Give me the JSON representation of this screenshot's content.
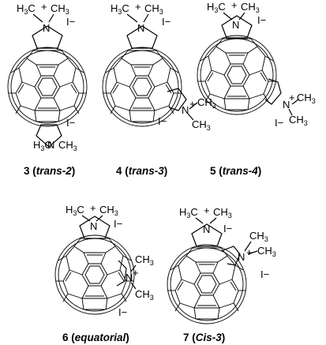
{
  "figure": {
    "compounds": [
      {
        "id": "3",
        "name": "trans-2",
        "pyrrolidinium_top": {
          "label_h3c": "H",
          "label_3c": "3",
          "label_c": "C",
          "plus": "+",
          "ch3": "CH",
          "ch3_sub": "3",
          "n": "N",
          "iodide": "I−"
        },
        "second_group": {
          "position": "bottom",
          "h3c": "H",
          "h3c_sub": "3",
          "c": "C",
          "n": "N",
          "ch3": "CH",
          "ch3_sub": "3",
          "iodide": "I−"
        }
      },
      {
        "id": "4",
        "name": "trans-3",
        "pyrrolidinium_top": {
          "label_h3c": "H",
          "label_3c": "3",
          "label_c": "C",
          "plus": "+",
          "ch3": "CH",
          "ch3_sub": "3",
          "n": "N",
          "iodide": "I−"
        },
        "second_group": {
          "position": "lower-right",
          "n": "N",
          "plus": "+",
          "ch3_a": "CH",
          "ch3_a_sub": "3",
          "ch3_b": "CH",
          "ch3_b_sub": "3",
          "iodide": "I−"
        }
      },
      {
        "id": "5",
        "name": "trans-4",
        "pyrrolidinium_top": {
          "label_h3c": "H",
          "label_3c": "3",
          "label_c": "C",
          "plus": "+",
          "ch3": "CH",
          "ch3_sub": "3",
          "n": "N",
          "iodide": "I−"
        },
        "second_group": {
          "position": "right",
          "n": "N",
          "plus": "+",
          "ch3_a": "CH",
          "ch3_a_sub": "3",
          "ch3_b": "CH",
          "ch3_b_sub": "3",
          "iodide": "I−"
        }
      },
      {
        "id": "6",
        "name": "equatorial",
        "pyrrolidinium_top": {
          "label_h3c": "H",
          "label_3c": "3",
          "label_c": "C",
          "plus": "+",
          "ch3": "CH",
          "ch3_sub": "3",
          "n": "N",
          "iodide": "I−"
        },
        "second_group": {
          "position": "right",
          "n": "N",
          "plus": "+",
          "ch3_a": "CH",
          "ch3_a_sub": "3",
          "ch3_b": "CH",
          "ch3_b_sub": "3",
          "iodide": "I−"
        }
      },
      {
        "id": "7",
        "name": "Cis-3",
        "pyrrolidinium_top": {
          "label_h3c": "H",
          "label_3c": "3",
          "label_c": "C",
          "plus": "+",
          "ch3": "CH",
          "ch3_sub": "3",
          "n": "N",
          "iodide": "I−"
        },
        "second_group": {
          "position": "upper-right",
          "n": "N",
          "plus": "+",
          "ch3_a": "CH",
          "ch3_a_sub": "3",
          "ch3_b": "CH",
          "ch3_b_sub": "3",
          "iodide": "I−"
        }
      }
    ]
  }
}
